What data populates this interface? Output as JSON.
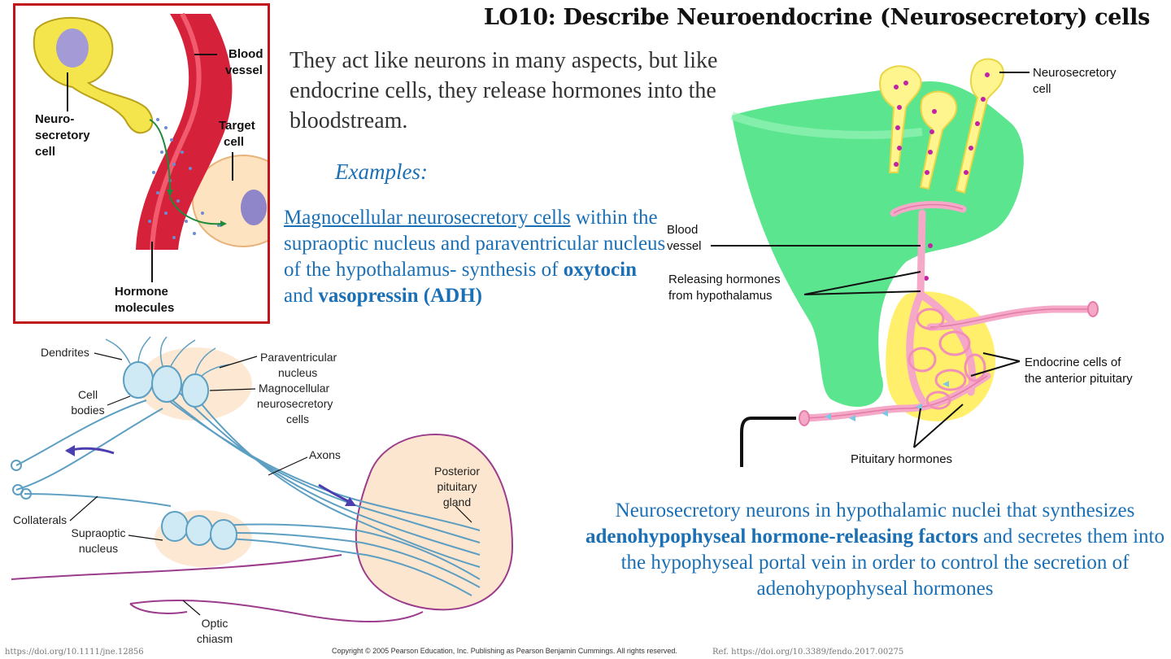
{
  "slide": {
    "title": "LO10: Describe Neuroendocrine (Neurosecretory) cells",
    "intro": "They act like neurons in many aspects, but like endocrine cells, they release hormones into the bloodstream.",
    "examples_label": "Examples:",
    "magnocellular": {
      "link_text": "Magnocellular neurosecretory cells",
      "text_1": " within the supraoptic nucleus and paraventricular nucleus of the hypothalamus-  synthesis of ",
      "bold_1": "oxytocin",
      "text_2": " and ",
      "bold_2": "vasopressin (ADH)"
    },
    "parvocellular": {
      "text_1": "Neurosecretory neurons in hypothalamic nuclei that synthesizes ",
      "bold_1": "adenohypophyseal hormone-releasing factors",
      "text_2": " and secretes them into the hypophyseal portal vein in order to control the secretion of adenohypophyseal hormones"
    },
    "ref_left": "https://doi.org/10.1111/jne.12856",
    "copyright": "Copyright ©  2005 Pearson Education, Inc. Publishing as Pearson Benjamin Cummings. All rights reserved.",
    "ref_right": "Ref. https://doi.org/10.3389/fendo.2017.00275"
  },
  "figure_topleft": {
    "blood_vessel_1": "Blood",
    "blood_vessel_2": "vessel",
    "neuro_1": "Neuro-",
    "neuro_2": "secretory",
    "neuro_3": "cell",
    "target_1": "Target",
    "target_2": "cell",
    "hormone_1": "Hormone",
    "hormone_2": "molecules",
    "frame_color": "#c0161b"
  },
  "figure_right": {
    "neurosecretory_1": "Neurosecretory",
    "neurosecretory_2": "cell",
    "blood_1": "Blood",
    "blood_2": "vessel",
    "releasing_1": "Releasing hormones",
    "releasing_2": "from hypothalamus",
    "endocrine_1": "Endocrine cells of",
    "endocrine_2": "the anterior pituitary",
    "pituitary_hormones": "Pituitary hormones",
    "green": "#3ee07a",
    "yellow": "#ffef6a",
    "pink": "#f6a8c8"
  },
  "figure_bottomleft": {
    "dendrites": "Dendrites",
    "cell_1": "Cell",
    "cell_2": "bodies",
    "paraventricular_1": "Paraventricular",
    "paraventricular_2": "nucleus",
    "magno_1": "Magnocellular",
    "magno_2": "neurosecretory",
    "magno_3": "cells",
    "axons": "Axons",
    "posterior_1": "Posterior",
    "posterior_2": "pituitary",
    "posterior_3": "gland",
    "collaterals": "Collaterals",
    "supraoptic_1": "Supraoptic",
    "supraoptic_2": "nucleus",
    "optic_1": "Optic",
    "optic_2": "chiasm"
  }
}
